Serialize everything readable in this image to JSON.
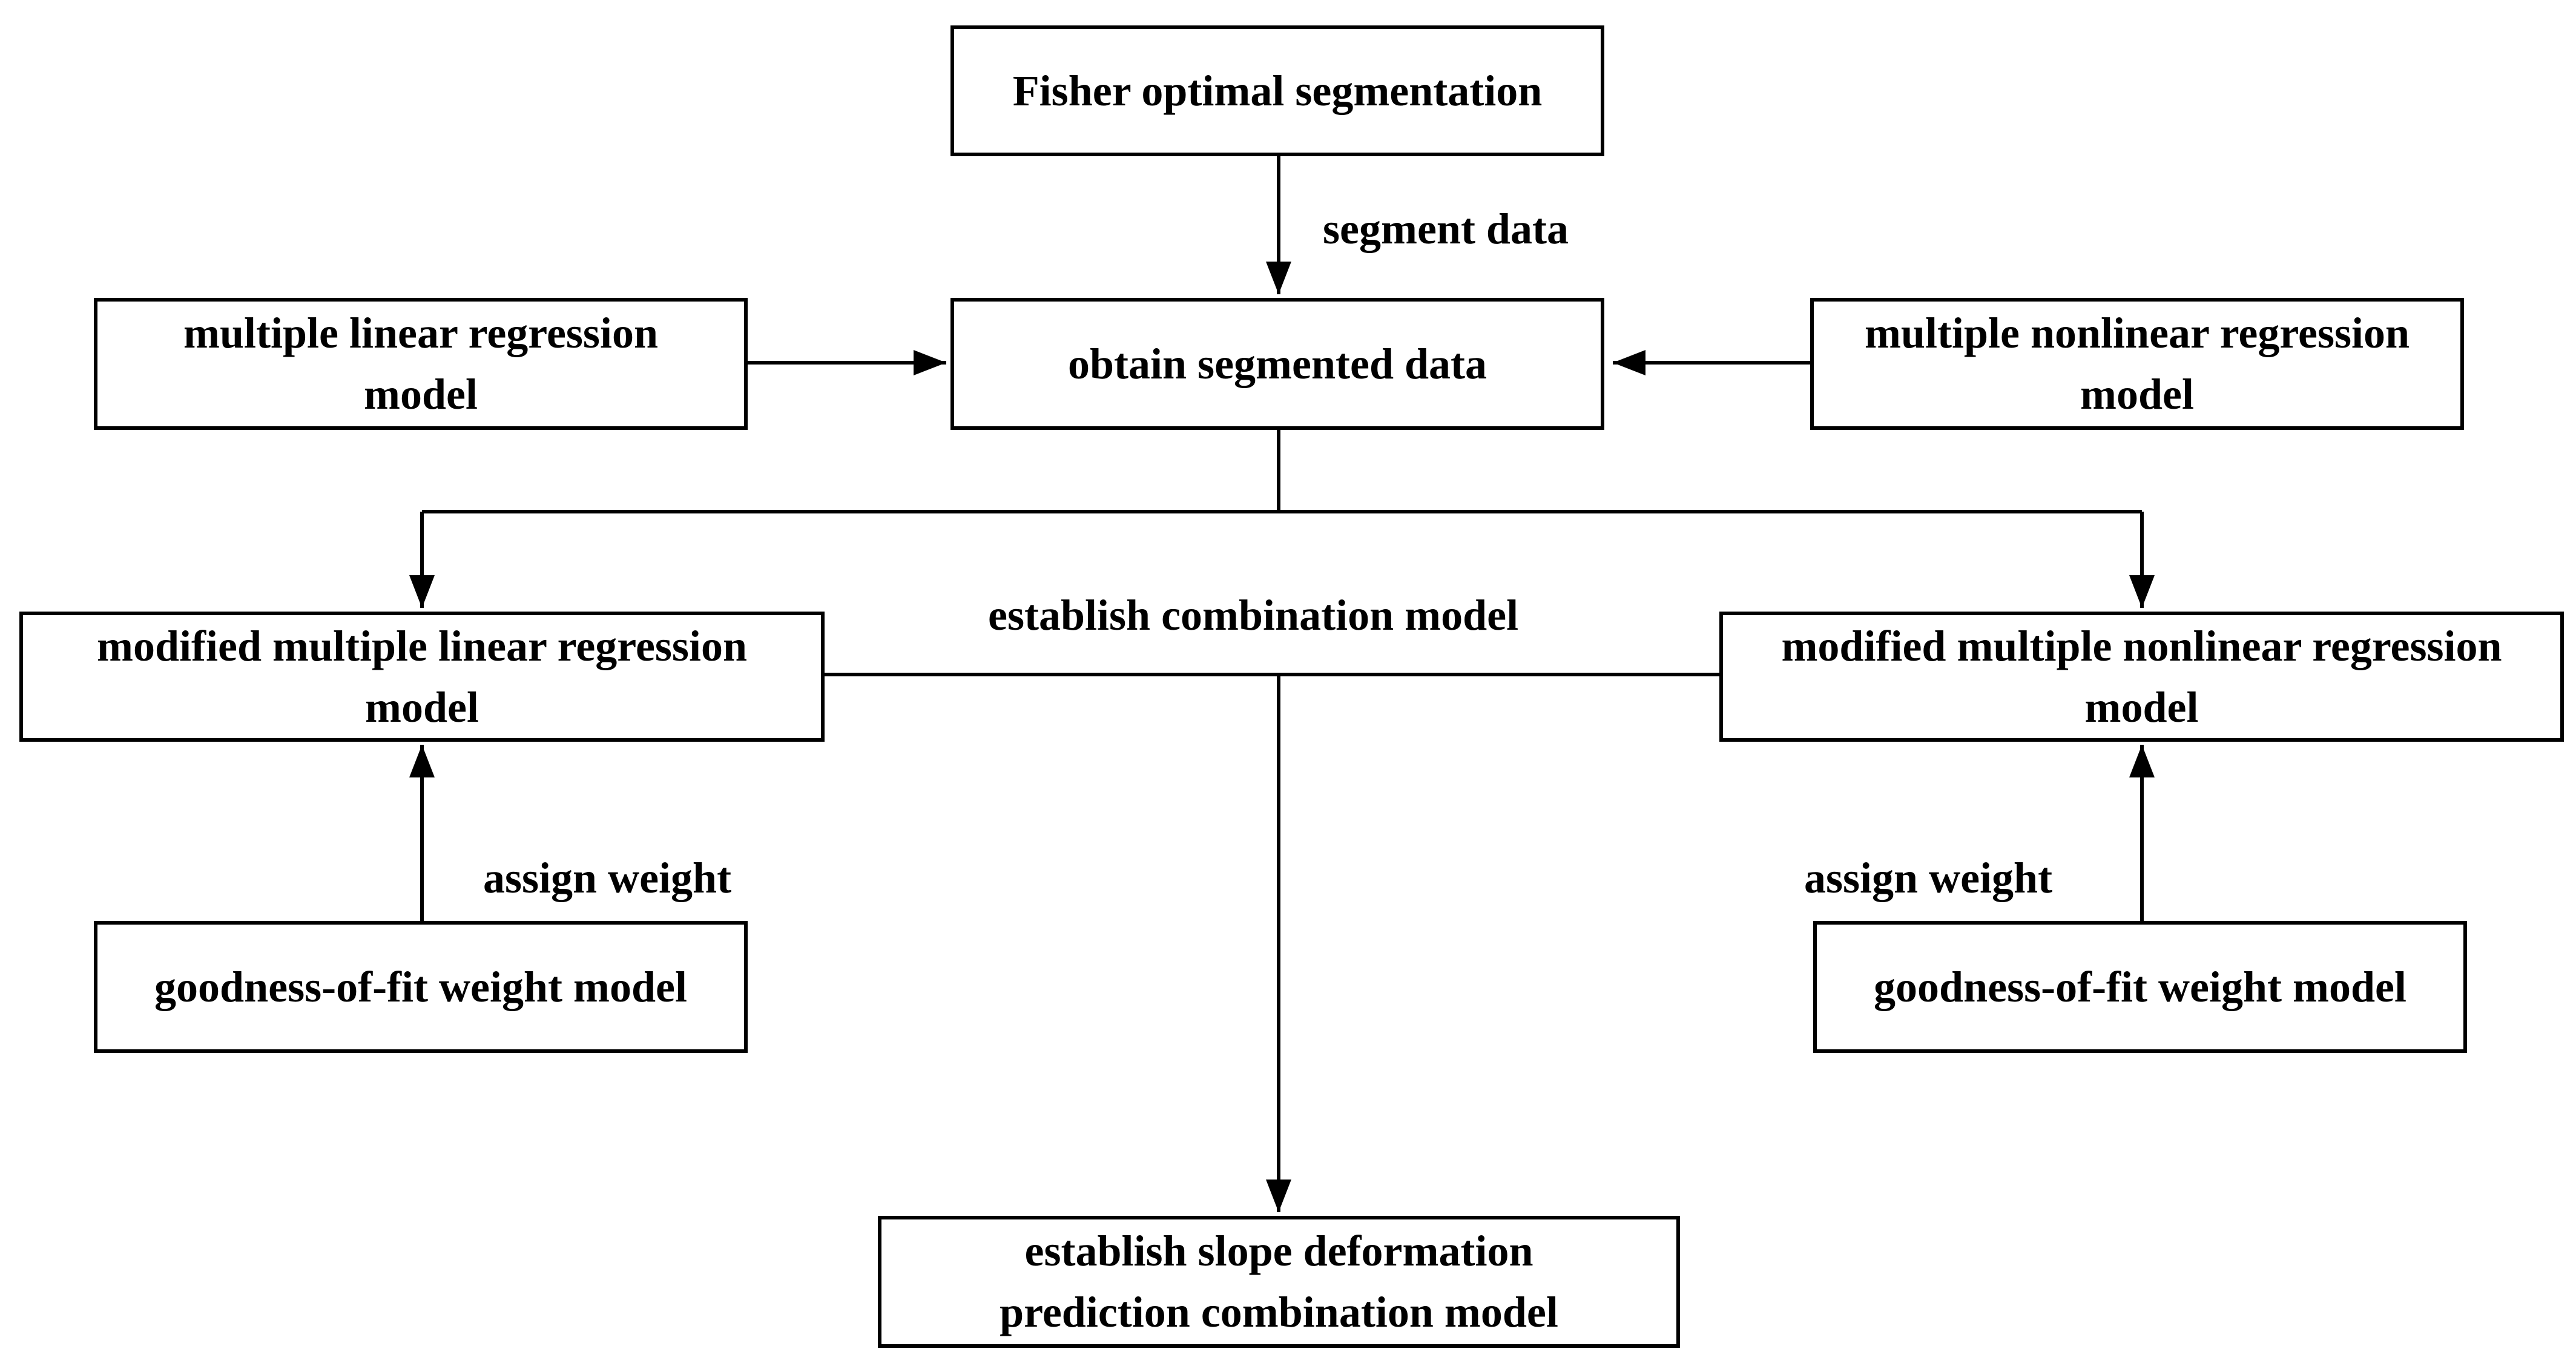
{
  "nodes": {
    "fisher": {
      "lines": [
        "Fisher optimal segmentation"
      ]
    },
    "segmented_data": {
      "lines": [
        "obtain segmented data"
      ]
    },
    "linear_model": {
      "lines": [
        "multiple linear regression",
        "model"
      ]
    },
    "nonlinear_model": {
      "lines": [
        "multiple nonlinear regression",
        "model"
      ]
    },
    "modified_linear": {
      "lines": [
        "modified multiple linear regression",
        "model"
      ]
    },
    "modified_nonlinear": {
      "lines": [
        "modified multiple nonlinear regression",
        "model"
      ]
    },
    "gof_left": {
      "lines": [
        "goodness-of-fit weight model"
      ]
    },
    "gof_right": {
      "lines": [
        "goodness-of-fit weight model"
      ]
    },
    "final": {
      "lines": [
        "establish slope deformation",
        "prediction combination model"
      ]
    }
  },
  "edge_labels": {
    "segment_data": "segment data",
    "establish_combination": "establish combination model",
    "assign_weight_left": "assign weight",
    "assign_weight_right": "assign weight"
  },
  "edges": [
    {
      "from": "fisher",
      "to": "segmented_data",
      "label": "segment_data"
    },
    {
      "from": "linear_model",
      "to": "segmented_data"
    },
    {
      "from": "nonlinear_model",
      "to": "segmented_data"
    },
    {
      "from": "segmented_data",
      "to": "modified_linear"
    },
    {
      "from": "segmented_data",
      "to": "modified_nonlinear"
    },
    {
      "from": "gof_left",
      "to": "modified_linear",
      "label": "assign_weight_left"
    },
    {
      "from": "gof_right",
      "to": "modified_nonlinear",
      "label": "assign_weight_right"
    },
    {
      "from": "modified_linear",
      "to": "final",
      "label": "establish_combination"
    },
    {
      "from": "modified_nonlinear",
      "to": "final",
      "label": "establish_combination"
    }
  ],
  "colors": {
    "stroke": "#000000",
    "background": "#ffffff"
  }
}
